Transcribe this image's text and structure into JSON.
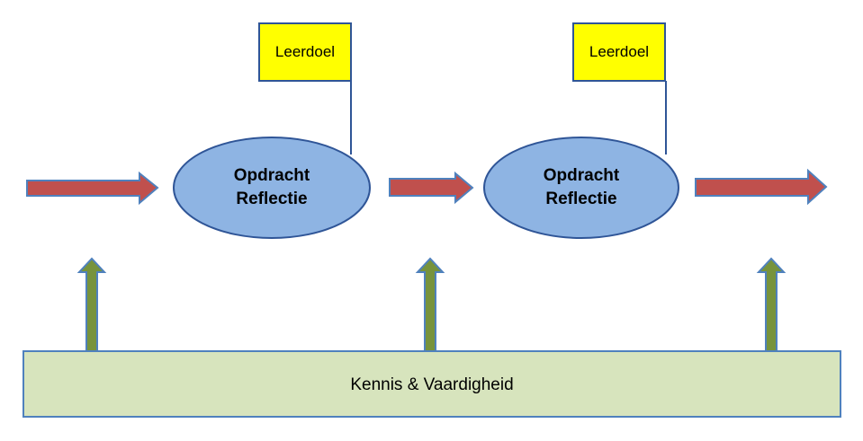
{
  "diagram": {
    "flags": [
      {
        "label": "Leerdoel"
      },
      {
        "label": "Leerdoel"
      }
    ],
    "nodes": [
      {
        "line1": "Opdracht",
        "line2": "Reflectie"
      },
      {
        "line1": "Opdracht",
        "line2": "Reflectie"
      }
    ],
    "base": {
      "label": "Kennis & Vaardigheid"
    },
    "colors": {
      "flow_arrow_fill": "#C0504D",
      "flow_arrow_stroke": "#4F81BD",
      "support_arrow_fill": "#77933C",
      "support_arrow_stroke": "#4F81BD",
      "node_fill": "#8EB4E3",
      "node_stroke": "#2F5597",
      "flag_fill": "#FFFF00",
      "flag_stroke": "#2F5597",
      "base_fill": "#D7E4BD",
      "base_stroke": "#4F81BD"
    }
  }
}
